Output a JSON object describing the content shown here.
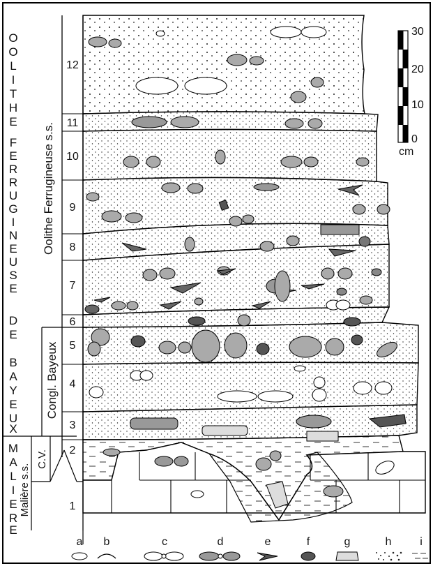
{
  "formation": {
    "vertical_letters": [
      "O",
      "O",
      "L",
      "I",
      "T",
      "H",
      "E",
      "F",
      "E",
      "R",
      "R",
      "U",
      "G",
      "I",
      "N",
      "E",
      "U",
      "S",
      "E",
      "D",
      "E",
      "B",
      "A",
      "Y",
      "E",
      "U",
      "X"
    ],
    "lower_letters": [
      "M",
      "A",
      "L",
      "I",
      "E",
      "R",
      "E"
    ]
  },
  "units": {
    "oolithe_ss": "Oolithe Ferrugineuse s.s.",
    "congl_bayeux": "Congl. Bayeux",
    "cv": "C.V.",
    "maliere_ss": "Malière s.s."
  },
  "beds": [
    "12",
    "11",
    "10",
    "9",
    "8",
    "7",
    "6",
    "5",
    "4",
    "3",
    "2",
    "1"
  ],
  "scale": {
    "ticks": [
      "30",
      "20",
      "10",
      "0"
    ],
    "unit": "cm"
  },
  "legend": [
    "a",
    "b",
    "c",
    "d",
    "e",
    "f",
    "g",
    "h",
    "i"
  ]
}
